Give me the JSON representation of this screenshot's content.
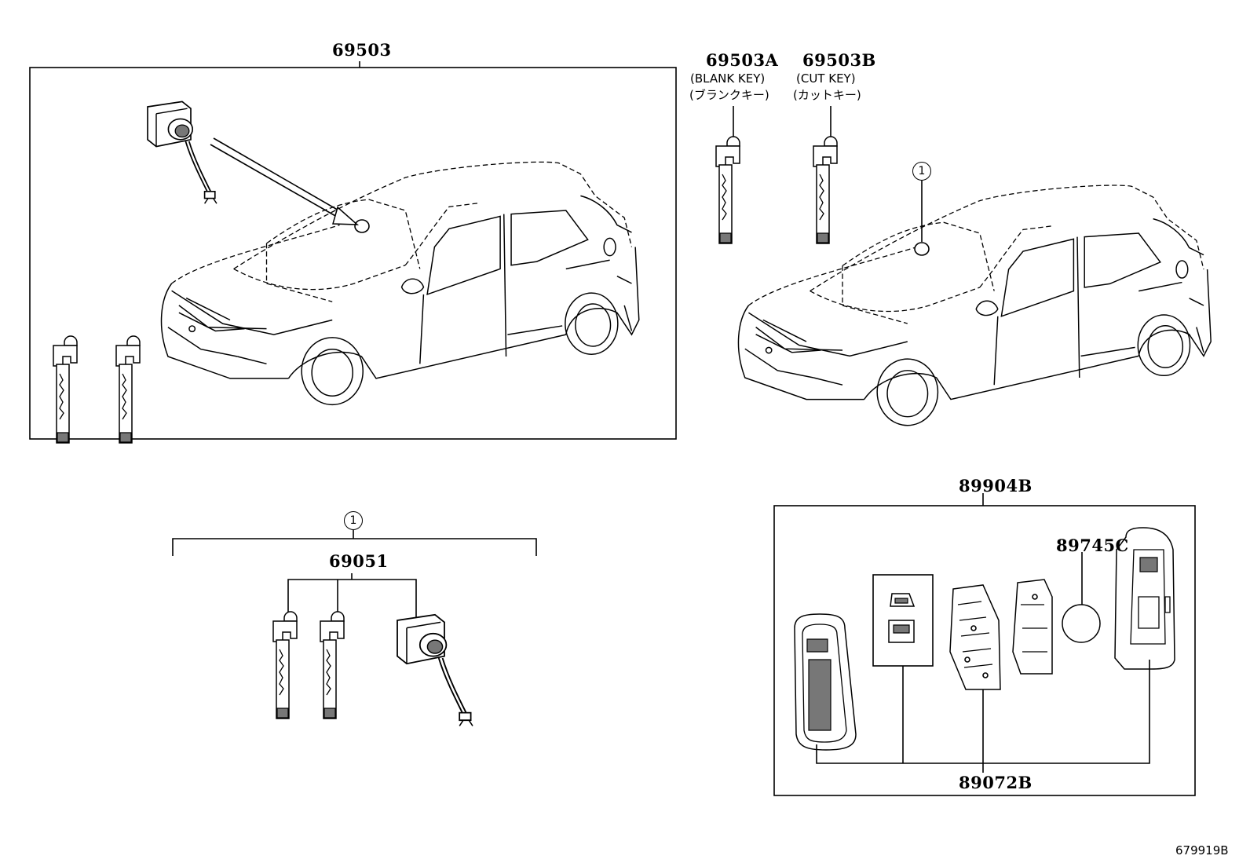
{
  "labels": {
    "p69503": "69503",
    "p69503a": "69503A",
    "p69503a_en": "(BLANK KEY)",
    "p69503a_jp": "(ブランクキー)",
    "p69503b": "69503B",
    "p69503b_en": "(CUT KEY)",
    "p69503b_jp": "(カットキー)",
    "p69051": "69051",
    "p89904b": "89904B",
    "p89745c": "89745C",
    "p89072b": "89072B"
  },
  "callouts": {
    "ref1_vehicle": "1",
    "ref1_set": "1"
  },
  "diagram_code": "679919B"
}
